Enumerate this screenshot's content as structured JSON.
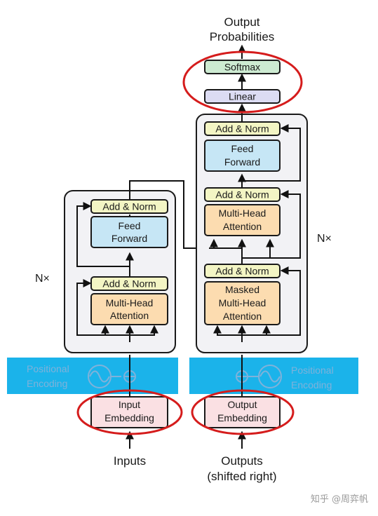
{
  "encoder": {
    "nx": "N×",
    "ff_line1": "Feed",
    "ff_line2": "Forward",
    "add_norm_top": "Add & Norm",
    "add_norm_bottom": "Add & Norm",
    "mha_line1": "Multi-Head",
    "mha_line2": "Attention",
    "positional_line1": "Positional",
    "positional_line2": "Encoding",
    "embedding_line1": "Input",
    "embedding_line2": "Embedding",
    "input_label": "Inputs"
  },
  "decoder": {
    "nx": "N×",
    "output_probs_line1": "Output",
    "output_probs_line2": "Probabilities",
    "softmax": "Softmax",
    "linear": "Linear",
    "add_norm_top": "Add & Norm",
    "ff_line1": "Feed",
    "ff_line2": "Forward",
    "add_norm_mid": "Add & Norm",
    "mha_line1": "Multi-Head",
    "mha_line2": "Attention",
    "add_norm_bottom": "Add & Norm",
    "masked_line1": "Masked",
    "masked_line2": "Multi-Head",
    "masked_line3": "Attention",
    "positional_line1": "Positional",
    "positional_line2": "Encoding",
    "embedding_line1": "Output",
    "embedding_line2": "Embedding",
    "output_label_line1": "Outputs",
    "output_label_line2": "(shifted right)"
  },
  "watermark": "知乎 @周弈帆",
  "colors": {
    "add_norm": "#f3f5c4",
    "feed_forward": "#c6e6f5",
    "attention": "#fcdcb0",
    "embedding": "#fae0e3",
    "softmax": "#cdebd2",
    "linear": "#dcdcf3",
    "layer_bg": "#f2f2f5",
    "positional_band": "#1bb3ea",
    "highlight": "#d51c1c"
  }
}
